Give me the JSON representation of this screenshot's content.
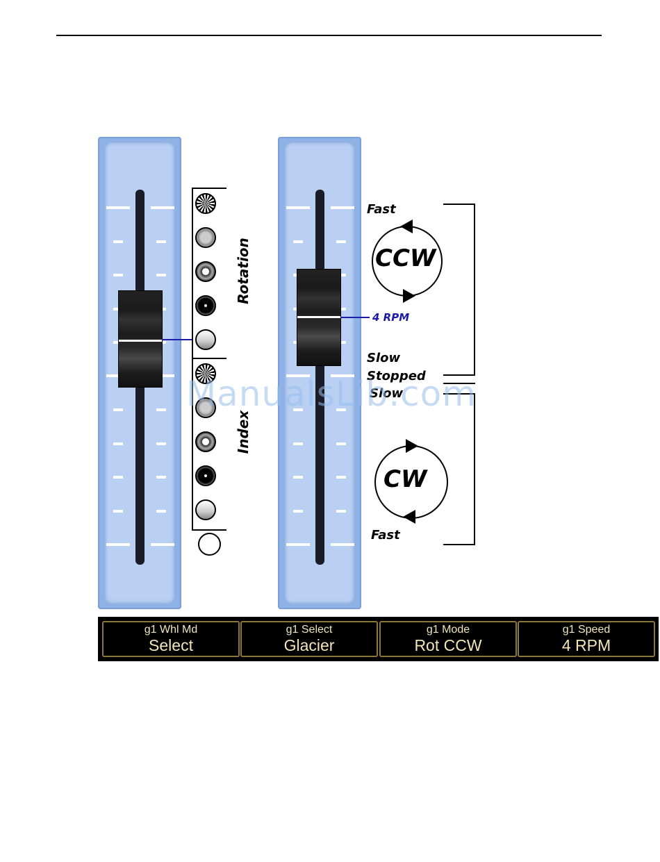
{
  "labels": {
    "rotation": "Rotation",
    "index": "Index",
    "fast_top": "Fast",
    "slow_top": "Slow",
    "stopped": "Stopped",
    "slow_bottom": "Slow",
    "fast_bottom": "Fast",
    "ccw": "CCW",
    "cw": "CW",
    "current_speed": "4 RPM"
  },
  "softkeys": [
    {
      "top": "g1 Whl Md",
      "bottom": "Select"
    },
    {
      "top": "g1 Select",
      "bottom": "Glacier"
    },
    {
      "top": "g1 Mode",
      "bottom": "Rot CCW"
    },
    {
      "top": "g1 Speed",
      "bottom": "4 RPM"
    }
  ],
  "watermark": "ManualsLib.com",
  "colors": {
    "fader_bg": "#b9d0f3",
    "speed_marker": "#1c1ca8",
    "lcd_text": "#f2e6b8"
  }
}
